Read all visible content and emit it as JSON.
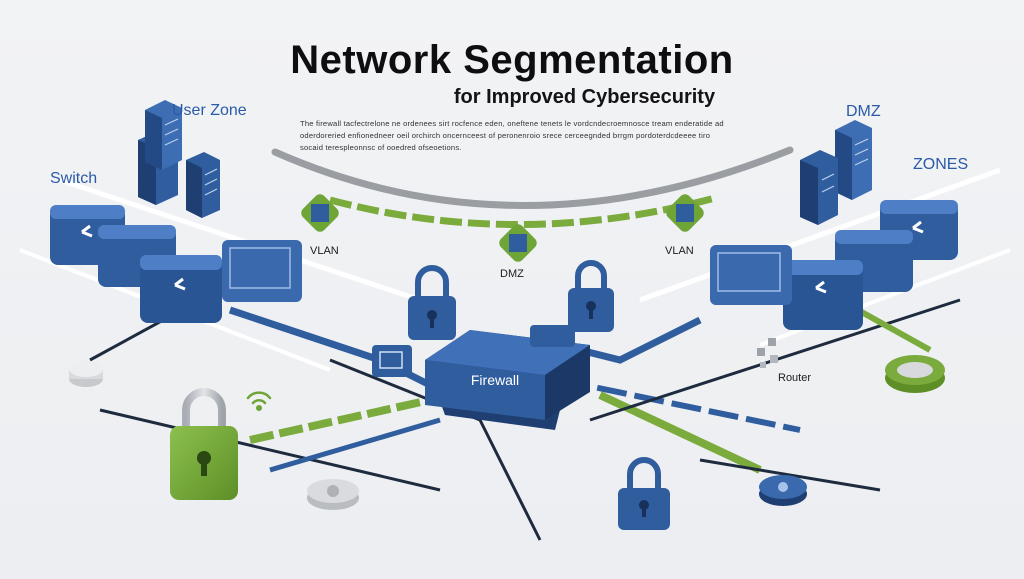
{
  "title": "Network Segmentation",
  "subtitle": "for Improved Cybersecurity",
  "description": {
    "line1": "The firewall tacfectrelone ne ordenees sirt rocfence eden, oneftene tenets le vordcndecroemnosce tream enderatide ad",
    "line2": "oderdoreried enfionedneer oeil orchirch oncernceest of peronenroio srece cerceegnded brrgm pordoterdcdeeee tiro",
    "line3": "socaid terespleonnsc of ooedred ofseoetions."
  },
  "labels": {
    "user_zone": "User Zone",
    "switch": "Switch",
    "dmz_right": "DMZ",
    "zones": "ZONES",
    "vlan_left": "VLAN",
    "dmz_center": "DMZ",
    "vlan_right": "VLAN",
    "firewall": "Firewall",
    "router": "Router"
  },
  "colors": {
    "blue": "#2f5d9e",
    "blue_dark": "#1f3f73",
    "green": "#77a83a",
    "green_dark": "#4d7a1f",
    "gray_line": "#8a8d92",
    "background": "#eeeff1"
  },
  "icons": [
    "server-rack-icon",
    "switch-icon",
    "padlock-icon",
    "router-icon",
    "wifi-icon",
    "firewall-icon",
    "vlan-node-icon"
  ]
}
